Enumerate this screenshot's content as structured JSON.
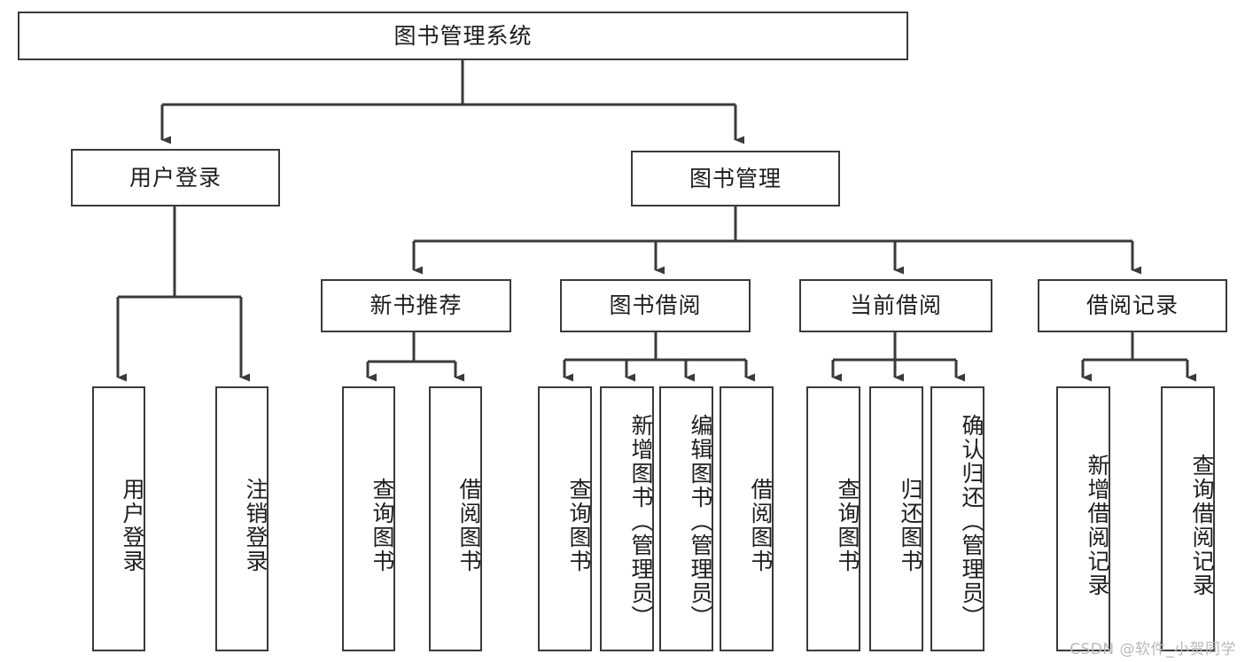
{
  "diagram": {
    "title": "图书管理系统",
    "type": "tree-hierarchy-diagram",
    "colors": {
      "box_border": "#3a3a3a",
      "box_fill": "#ffffff",
      "connector": "#3a3a3a",
      "text": "#1d1d1d",
      "watermark": "#b9b9b9",
      "background": "#ffffff"
    },
    "watermark": "CSDN @软件_小贺同学"
  },
  "nodes": {
    "root": {
      "label": "图书管理系统"
    },
    "level2": [
      {
        "id": "user-login",
        "label": "用户登录"
      },
      {
        "id": "book-management",
        "label": "图书管理"
      }
    ],
    "level3": [
      {
        "id": "new-book-recommend",
        "label": "新书推荐"
      },
      {
        "id": "book-borrow",
        "label": "图书借阅"
      },
      {
        "id": "current-borrow",
        "label": "当前借阅"
      },
      {
        "id": "borrow-record",
        "label": "借阅记录"
      }
    ],
    "leaves": {
      "user_login": [
        {
          "id": "leaf-user-login",
          "label": "用户登录"
        },
        {
          "id": "leaf-logout-login",
          "label": "注销登录"
        }
      ],
      "new_book_recommend": [
        {
          "id": "leaf-query-book-1",
          "label": "查询图书"
        },
        {
          "id": "leaf-borrow-book-1",
          "label": "借阅图书"
        }
      ],
      "book_borrow": [
        {
          "id": "leaf-query-book-2",
          "label": "查询图书"
        },
        {
          "id": "leaf-add-book",
          "label": "新增图书（管理员）"
        },
        {
          "id": "leaf-edit-book",
          "label": "编辑图书（管理员）"
        },
        {
          "id": "leaf-borrow-book-2",
          "label": "借阅图书"
        }
      ],
      "current_borrow": [
        {
          "id": "leaf-query-book-3",
          "label": "查询图书"
        },
        {
          "id": "leaf-return-book",
          "label": "归还图书"
        },
        {
          "id": "leaf-confirm-return",
          "label": "确认归还（管理员）"
        }
      ],
      "borrow_record": [
        {
          "id": "leaf-add-record",
          "label": "新增借阅记录"
        },
        {
          "id": "leaf-query-record",
          "label": "查询借阅记录"
        }
      ]
    }
  }
}
